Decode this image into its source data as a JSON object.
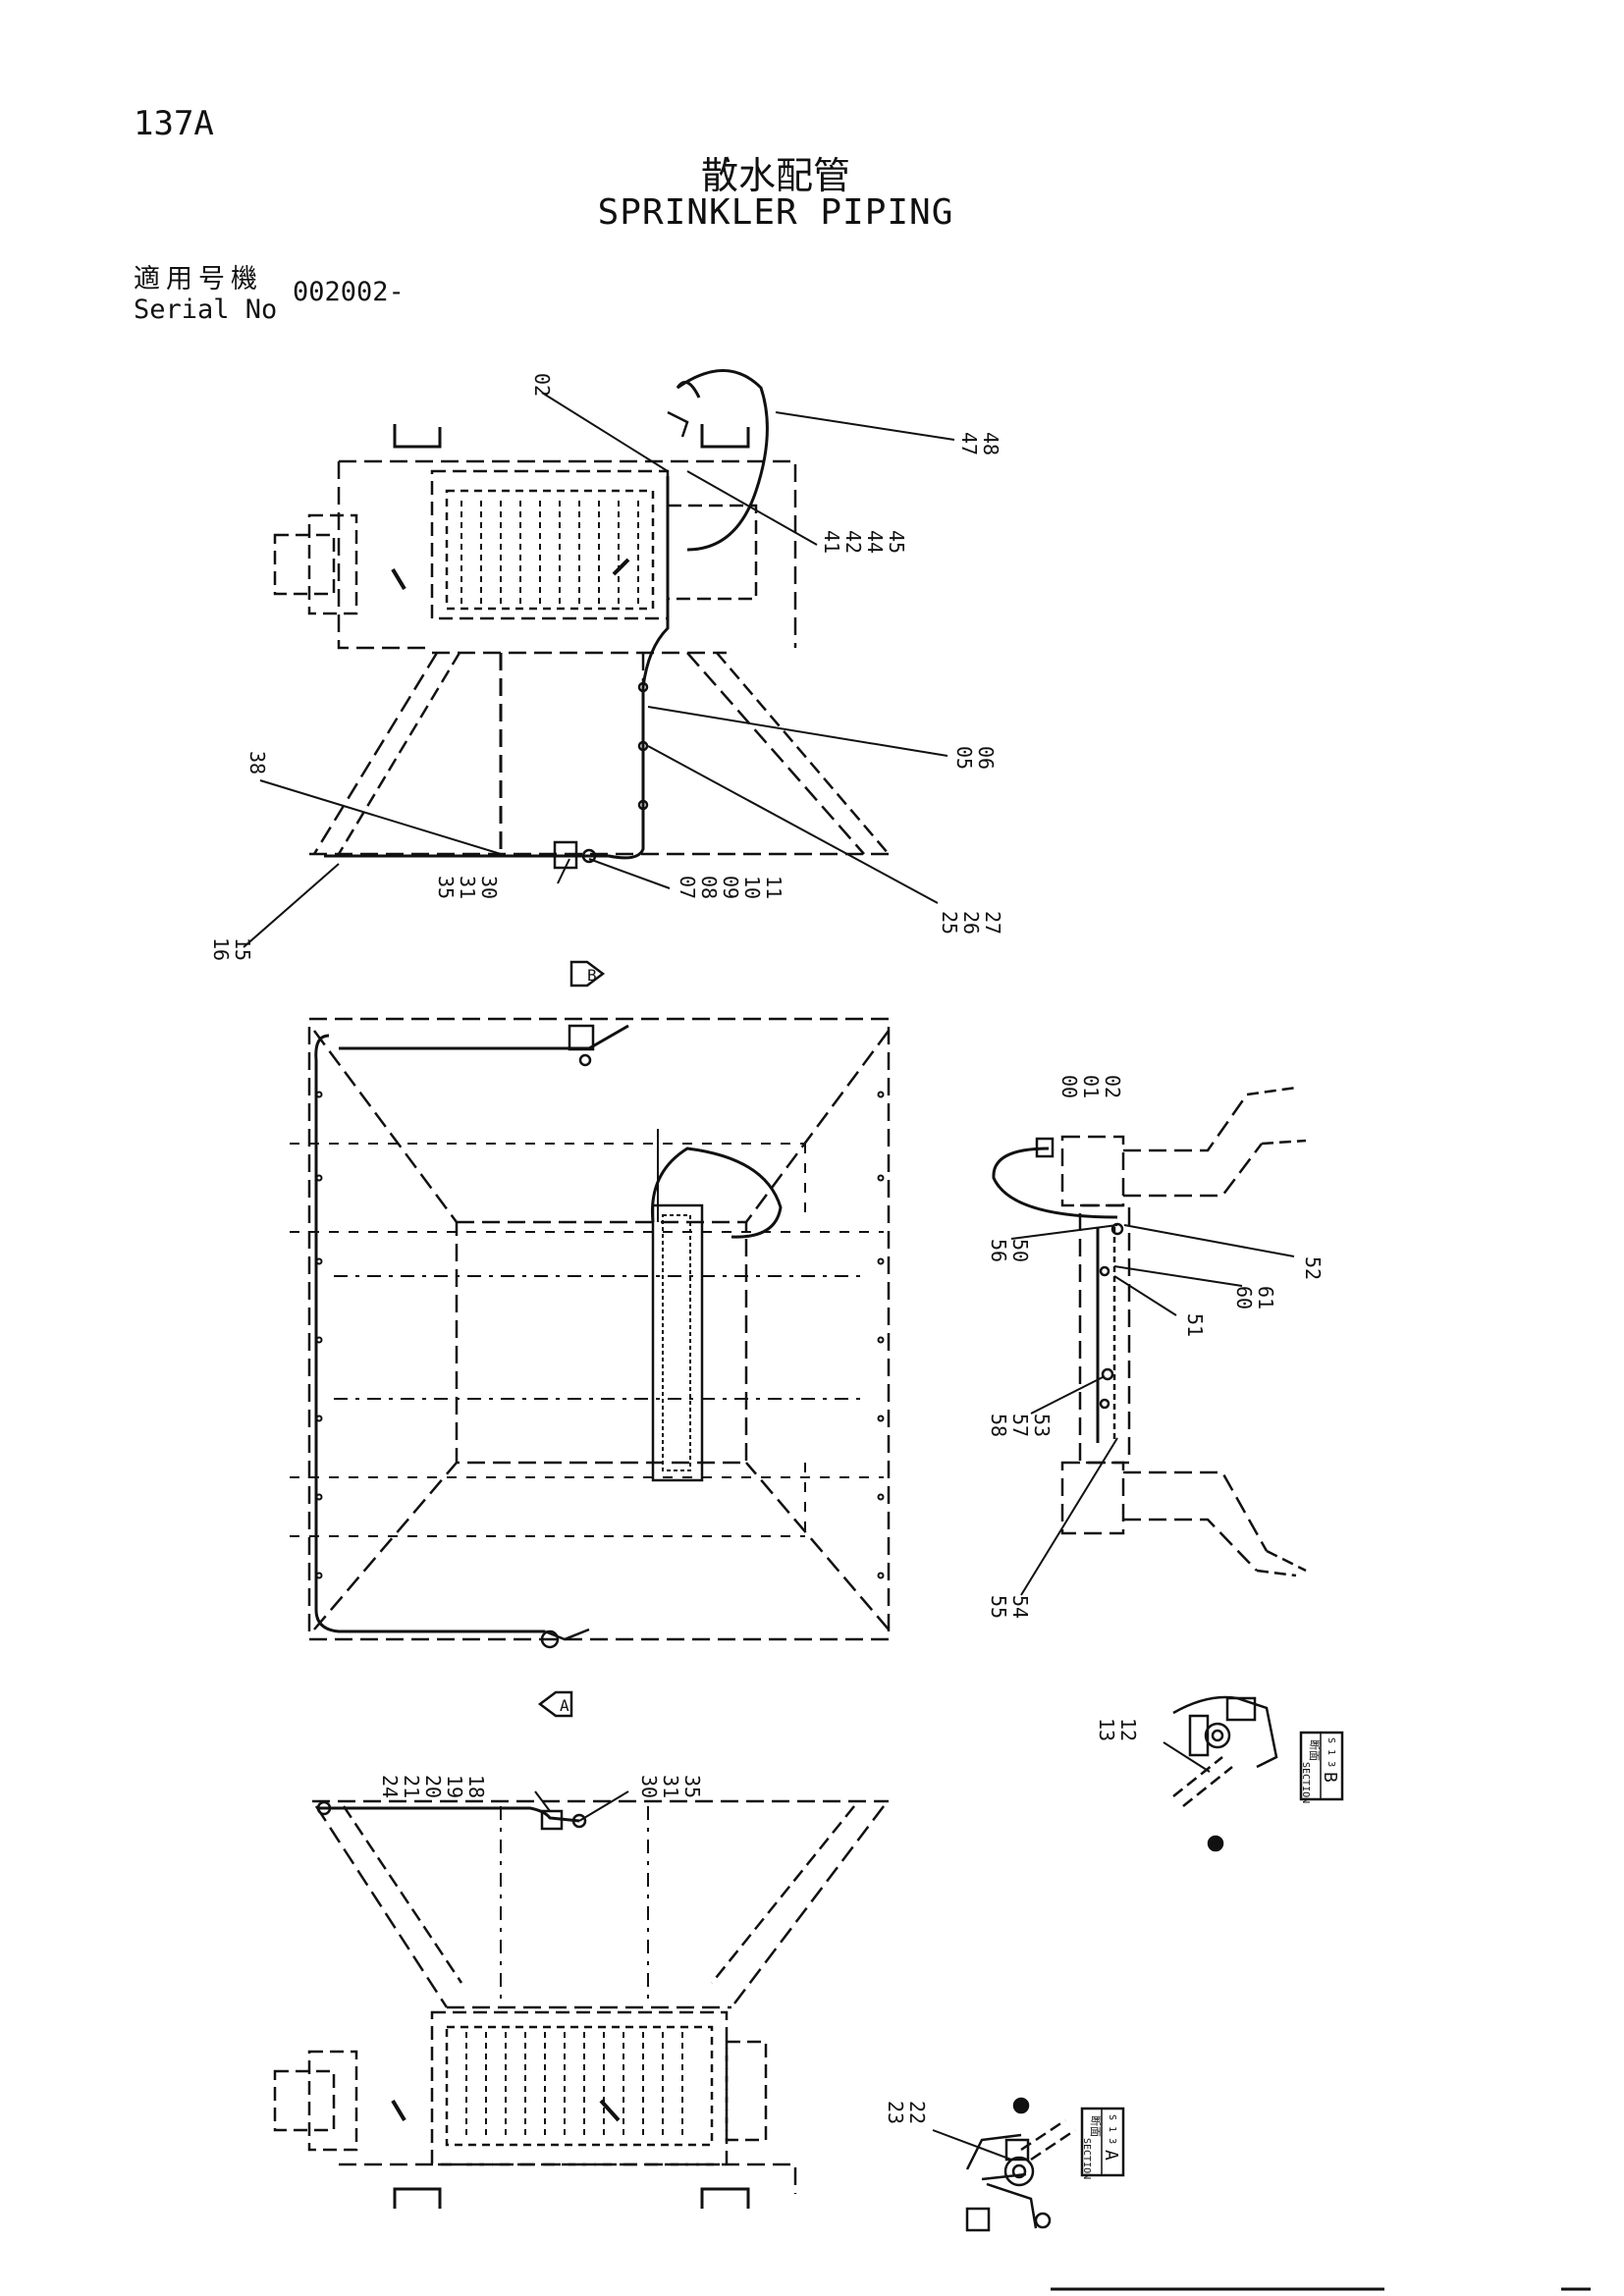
{
  "header": {
    "page_number": "137A",
    "title_jp": "散水配管",
    "title_en": "SPRINKLER PIPING",
    "serial_label_jp": "適用号機",
    "serial_label_en": "Serial No",
    "serial_value": "002002-"
  },
  "callouts": {
    "top_view": [
      {
        "id": "c-02",
        "lines": [
          "02"
        ]
      },
      {
        "id": "c-47",
        "lines": [
          "47",
          "48"
        ]
      },
      {
        "id": "c-41",
        "lines": [
          "41",
          "42",
          "44",
          "45"
        ]
      },
      {
        "id": "c-05",
        "lines": [
          "05",
          "06"
        ]
      },
      {
        "id": "c-38",
        "lines": [
          "38"
        ]
      },
      {
        "id": "c-35",
        "lines": [
          "35",
          "31",
          "30"
        ]
      },
      {
        "id": "c-07",
        "lines": [
          "07",
          "08",
          "09",
          "10",
          "11"
        ]
      },
      {
        "id": "c-25",
        "lines": [
          "25",
          "26",
          "27"
        ]
      },
      {
        "id": "c-16",
        "lines": [
          "16",
          "15"
        ]
      }
    ],
    "side_view": [
      {
        "id": "c-00",
        "lines": [
          "00",
          "01",
          "02"
        ]
      },
      {
        "id": "c-56",
        "lines": [
          "56",
          "50"
        ]
      },
      {
        "id": "c-52",
        "lines": [
          "52"
        ]
      },
      {
        "id": "c-60",
        "lines": [
          "60",
          "61"
        ]
      },
      {
        "id": "c-51",
        "lines": [
          "51"
        ]
      },
      {
        "id": "c-58",
        "lines": [
          "58",
          "57",
          "53"
        ]
      },
      {
        "id": "c-55",
        "lines": [
          "55",
          "54"
        ]
      }
    ],
    "bottom_view": [
      {
        "id": "c-24",
        "lines": [
          "24",
          "21",
          "20",
          "19",
          "18"
        ]
      },
      {
        "id": "c-30b",
        "lines": [
          "30",
          "31",
          "35"
        ]
      }
    ],
    "section_b": [
      {
        "id": "c-13",
        "lines": [
          "13",
          "12"
        ]
      }
    ],
    "section_a": [
      {
        "id": "c-23",
        "lines": [
          "23",
          "22"
        ]
      }
    ]
  },
  "view_markers": {
    "arrow_b": "B",
    "arrow_a": "A"
  },
  "sections": {
    "b": {
      "jp": "断面",
      "en": "SECTION",
      "letter": "B",
      "ref": "S 1 3"
    },
    "a": {
      "jp": "断面",
      "en": "SECTION",
      "letter": "A",
      "ref": "S 1 3"
    }
  }
}
